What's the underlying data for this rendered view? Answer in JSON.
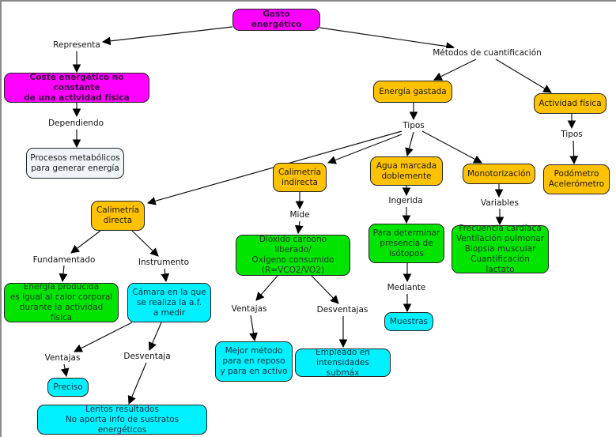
{
  "title": "Gasto energético",
  "colors": {
    "root": "#ff00ff",
    "category": "#ffc200",
    "detail": "#00e400",
    "leaf": "#00f0ff",
    "note": "#eef4f7"
  },
  "nodes": {
    "gasto": "Gasto energético",
    "coste": "Coste energético no constante\nde una actividad física",
    "procesos": "Procesos metabólicos\npara generar energía",
    "energia_gastada": "Energía gastada",
    "actividad_fisica": "Actividad física",
    "podometro": "Podómetro\nAcelerómetro",
    "cal_indirecta": "Calimetría\nindirecta",
    "agua": "Agua marcada\ndoblemente",
    "monotorizacion": "Monotorización",
    "cal_directa": "Calimetría\ndirecta",
    "dioxido": "Dióxido carbono liberado/\nOxígeno consumido\n(R=VCO2/VO2)",
    "isotopos": "Para determinar\npresencia de\nisótopos",
    "variables_list": "Frecuencia cardíaca\nVentilación pulmonar\nBiopsia muscular\nCuantificación lactato",
    "energia_producida": "Energía producida\nes igual al calor corporal\ndurante la actividad física",
    "camara": "Cámara en la que\nse realiza la a.f.\na medir",
    "mejor_metodo": "Mejor método\npara en reposo\ny para en activo",
    "empleado": "Empleado en\nintensidades submáx",
    "muestras": "Muestras",
    "preciso": "Preciso",
    "lentos": "Lentos resultados\nNo aporta info de sustratos energéticos"
  },
  "links": {
    "representa": "Representa",
    "metodos": "Métodos de cuantificación",
    "dependiendo": "Dependiendo",
    "tipos1": "Tipos",
    "tipos2": "Tipos",
    "mide": "Mide",
    "ingerida": "Ingerida",
    "variables": "Variables",
    "fundamentado": "Fundamentado",
    "instrumento": "Instrumento",
    "ventajas1": "Ventajas",
    "desventajas1": "Desventajas",
    "mediante": "Mediante",
    "ventajas2": "Ventajas",
    "desventaja2": "Desventaja"
  }
}
